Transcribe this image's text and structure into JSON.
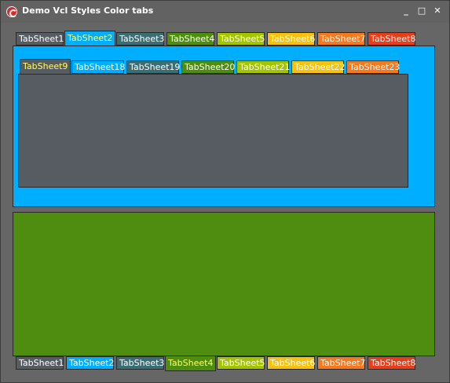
{
  "window": {
    "title": "Demo Vcl Styles Color tabs",
    "icon": "app-logo-icon",
    "controls": {
      "minimize": "_",
      "maximize": "□",
      "close": "✕"
    }
  },
  "colors": {
    "window_bg": "#666666",
    "gray": "#575c63",
    "blue": "#00aeff",
    "teal": "#3c6d73",
    "green": "#4e8d10",
    "lime": "#a4c400",
    "amber": "#f6c20f",
    "orange": "#f47920",
    "red": "#e43f1c",
    "active_text": "#ffff66"
  },
  "top_tabs": [
    {
      "label": "TabSheet1"
    },
    {
      "label": "TabSheet2",
      "active": true
    },
    {
      "label": "TabSheet3"
    },
    {
      "label": "TabSheet4"
    },
    {
      "label": "TabSheet5"
    },
    {
      "label": "TabSheet6"
    },
    {
      "label": "TabSheet7"
    },
    {
      "label": "TabSheet8"
    }
  ],
  "inner_tabs": [
    {
      "label": "TabSheet9",
      "active": true
    },
    {
      "label": "TabSheet18"
    },
    {
      "label": "TabSheet19"
    },
    {
      "label": "TabSheet20"
    },
    {
      "label": "TabSheet21"
    },
    {
      "label": "TabSheet22"
    },
    {
      "label": "TabSheet23"
    }
  ],
  "bottom_tabs": [
    {
      "label": "TabSheet1"
    },
    {
      "label": "TabSheet2"
    },
    {
      "label": "TabSheet3"
    },
    {
      "label": "TabSheet4",
      "active": true
    },
    {
      "label": "TabSheet5"
    },
    {
      "label": "TabSheet6"
    },
    {
      "label": "TabSheet7"
    },
    {
      "label": "TabSheet8"
    }
  ]
}
